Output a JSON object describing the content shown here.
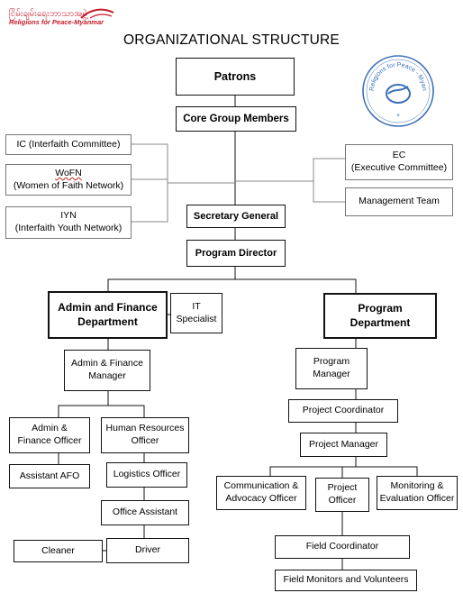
{
  "header": {
    "logo_script": "ငြိမ်းချမ်းရေးဘာသာအဖွဲ့",
    "logo_tagline": "Religions for Peace-Myanmar",
    "title": "ORGANIZATIONAL STRUCTURE",
    "seal_text": "Religions for Peace - Myanmar",
    "seal_star": "*"
  },
  "colors": {
    "brand_red": "#c41c2a",
    "seal_blue": "#3b6fb6",
    "line": "#111111",
    "side_line": "#888888"
  },
  "nodes": {
    "patrons": "Patrons",
    "core_group": "Core Group Members",
    "ic": "IC (Interfaith Committee)",
    "wofn_acronym": "WoFN",
    "wofn_full": "(Women of Faith Network)",
    "iyn": "IYN\n(Interfaith Youth Network)",
    "ec": "EC\n(Executive Committee)",
    "management_team": "Management Team",
    "secretary_general": "Secretary General",
    "program_director": "Program Director",
    "admin_finance_dept": "Admin and Finance\nDepartment",
    "it_specialist": "IT\nSpecialist",
    "program_dept": "Program\nDepartment",
    "admin_finance_manager": "Admin & Finance\nManager",
    "program_manager": "Program\nManager",
    "project_coordinator": "Project Coordinator",
    "project_manager": "Project Manager",
    "admin_finance_officer": "Admin &\nFinance Officer",
    "hr_officer": "Human Resources\nOfficer",
    "assistant_afo": "Assistant AFO",
    "logistics_officer": "Logistics Officer",
    "office_assistant": "Office Assistant",
    "cleaner": "Cleaner",
    "driver": "Driver",
    "comm_advocacy_officer": "Communication &\nAdvocacy Officer",
    "project_officer": "Project\nOfficer",
    "me_officer": "Monitoring &\nEvaluation Officer",
    "field_coordinator": "Field Coordinator",
    "field_monitors": "Field Monitors and Volunteers"
  }
}
